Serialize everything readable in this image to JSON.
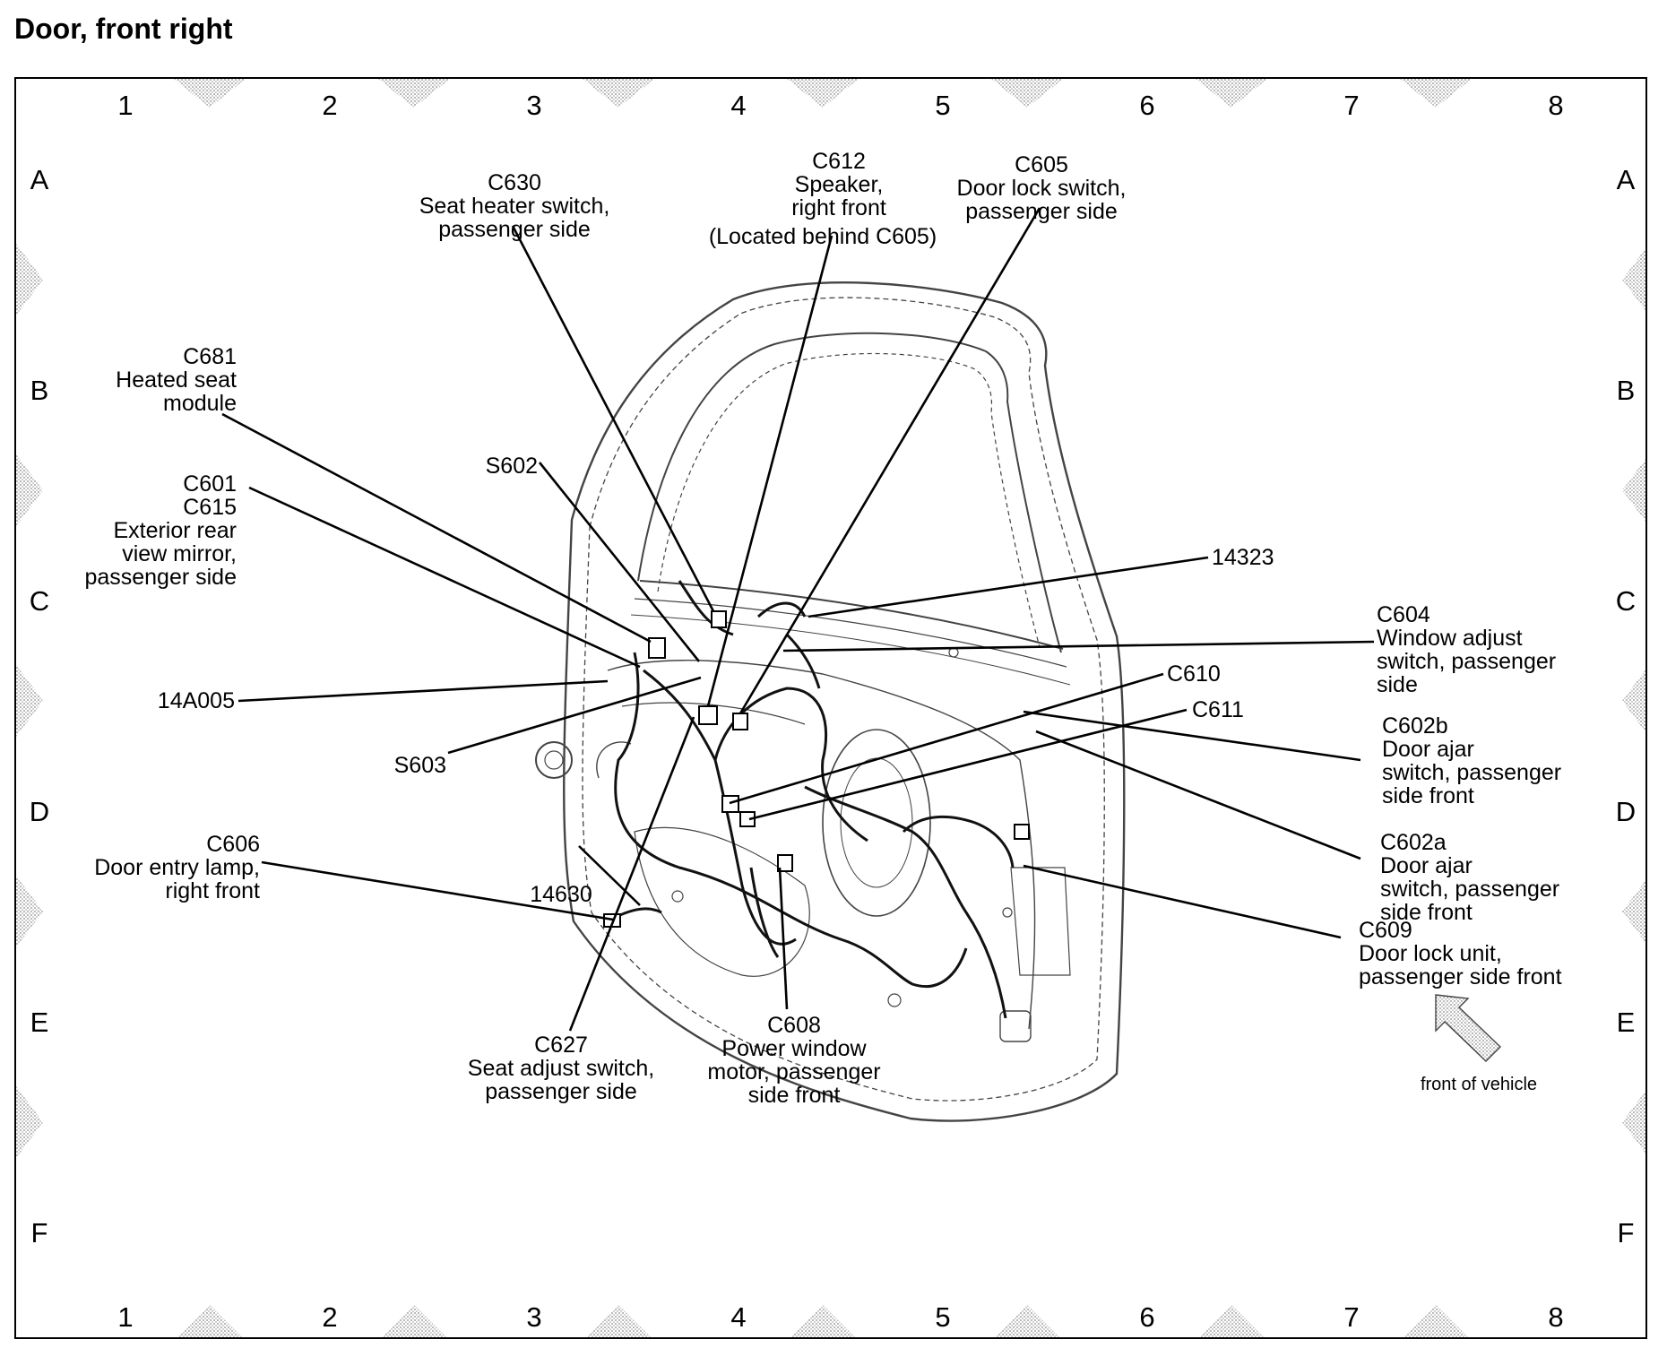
{
  "title": "Door, front right",
  "grid": {
    "columns": [
      "1",
      "2",
      "3",
      "4",
      "5",
      "6",
      "7",
      "8"
    ],
    "rows": [
      "A",
      "B",
      "C",
      "D",
      "E",
      "F"
    ]
  },
  "callouts": {
    "c630": [
      "C630",
      "Seat heater switch,",
      "passenger side"
    ],
    "c612": [
      "C612",
      "Speaker,",
      "right front",
      "(Located behind C605)"
    ],
    "c605": [
      "C605",
      "Door lock switch,",
      "passenger side"
    ],
    "c681": [
      "C681",
      "Heated seat",
      "module"
    ],
    "c601": [
      "C601",
      "C615",
      "Exterior rear",
      "view mirror,",
      "passenger side"
    ],
    "s602": [
      "S602"
    ],
    "n14323": [
      "14323"
    ],
    "c604": [
      "C604",
      "Window adjust",
      "switch, passenger",
      "side"
    ],
    "c610": [
      "C610"
    ],
    "c611": [
      "C611"
    ],
    "n14a005": [
      "14A005"
    ],
    "s603": [
      "S603"
    ],
    "c602b": [
      "C602b",
      "Door ajar",
      "switch, passenger",
      "side front"
    ],
    "c602a": [
      "C602a",
      "Door ajar",
      "switch, passenger",
      "side front"
    ],
    "c606": [
      "C606",
      "Door entry lamp,",
      "right front"
    ],
    "n14630": [
      "14630"
    ],
    "c609": [
      "C609",
      "Door lock unit,",
      "passenger side front"
    ],
    "c627": [
      "C627",
      "Seat adjust switch,",
      "passenger side"
    ],
    "c608": [
      "C608",
      "Power window",
      "motor, passenger",
      "side front"
    ]
  },
  "orientation_label": "front of vehicle"
}
